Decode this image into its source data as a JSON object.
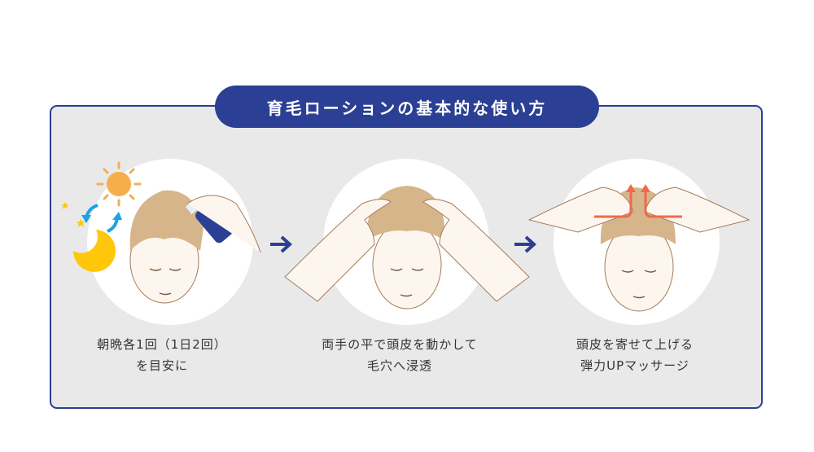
{
  "header": {
    "title": "育毛ローションの基本的な使い方"
  },
  "colors": {
    "accent": "#2b3f94",
    "panel_bg": "#e9e9e9",
    "circle_bg": "#ffffff",
    "hair": "#d7b58b",
    "sun": "#f6ae4d",
    "moon": "#ffc70a",
    "cycle_arrows": "#1aa3e8",
    "lift_arrows": "#ee6a4a",
    "text": "#333333"
  },
  "steps": [
    {
      "label_line1": "朝晩各1回（1日2回）",
      "label_line2": "を目安に",
      "icons": [
        "sun-icon",
        "moon-icon",
        "cycle-arrows-icon",
        "lotion-bottle-icon"
      ]
    },
    {
      "label_line1": "両手の平で頭皮を動かして",
      "label_line2": "毛穴へ浸透",
      "icons": [
        "hands-massage-icon"
      ]
    },
    {
      "label_line1": "頭皮を寄せて上げる",
      "label_line2": "弾力UPマッサージ",
      "icons": [
        "lift-arrows-icon"
      ]
    }
  ],
  "arrows": [
    "next-arrow-icon",
    "next-arrow-icon"
  ]
}
